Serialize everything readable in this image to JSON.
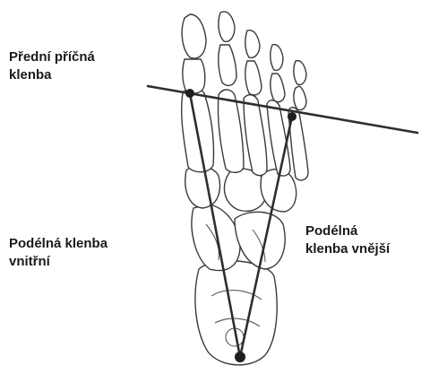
{
  "labels": {
    "front_arch": [
      "Přední příčná",
      "klenba"
    ],
    "inner_arch": [
      "Podélná klenba",
      "vnitřní"
    ],
    "outer_arch": [
      "Podélná",
      "klenba vnější"
    ]
  },
  "colors": {
    "line": "#2e2e2e",
    "bone_outline": "#3a3a3a",
    "background": "#ffffff"
  }
}
